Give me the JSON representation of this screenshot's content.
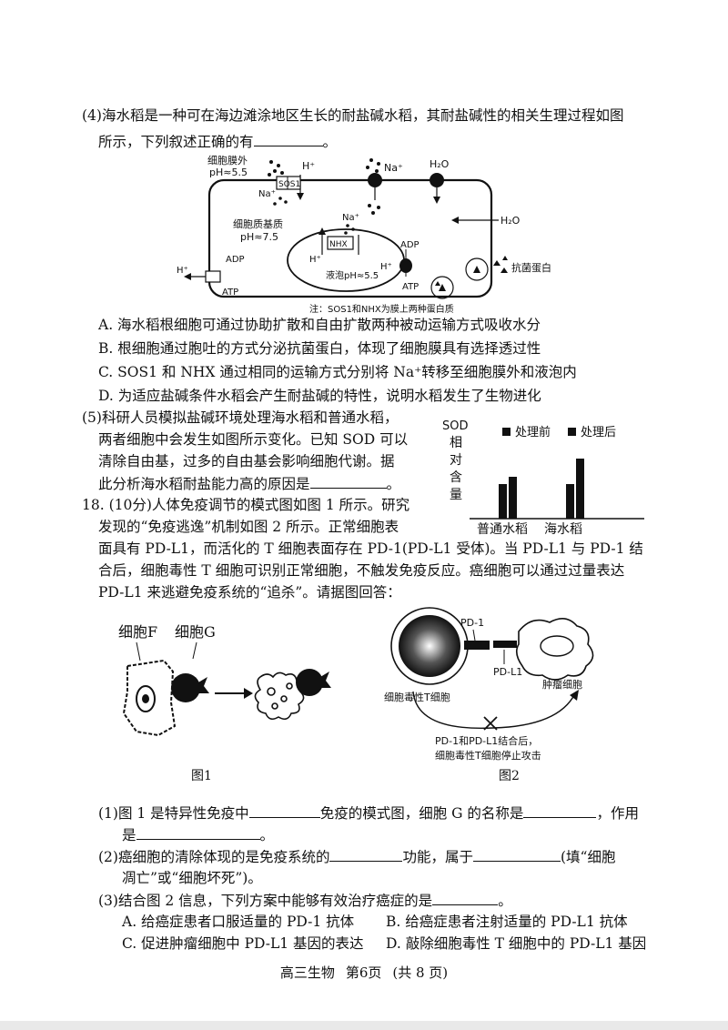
{
  "q4": {
    "line1": "(4)海水稻是一种可在海边滩涂地区生长的耐盐碱水稻，其耐盐碱性的相关生理过程如图",
    "line2": "所示，下列叙述正确的有",
    "line2_end": "。",
    "diagram": {
      "outside": "细胞膜外",
      "outside_ph": "pH≈5.5",
      "h_plus": "H⁺",
      "na_plus": "Na⁺",
      "sos1": "SOS1",
      "na_plus_inner": "Na⁺",
      "h2o": "H₂O",
      "h2o_right": "H₂O",
      "matrix": "细胞质基质",
      "matrix_ph": "pH≈7.5",
      "na_vac": "Na⁺",
      "nhx": "NHX",
      "h_vac": "H⁺",
      "vacuole_ph": "液泡pH≈5.5",
      "adp_vac": "ADP",
      "atp_vac": "ATP",
      "h_pump_vac": "H⁺",
      "adp_left": "ADP",
      "atp_left": "ATP",
      "h_left": "H⁺",
      "antibacterial": "抗菌蛋白",
      "note": "注：SOS1和NHX为膜上两种蛋白质"
    },
    "opt_a": "A. 海水稻根细胞可通过协助扩散和自由扩散两种被动运输方式吸收水分",
    "opt_b": "B. 根细胞通过胞吐的方式分泌抗菌蛋白，体现了细胞膜具有选择透过性",
    "opt_c": "C. SOS1 和 NHX 通过相同的运输方式分别将 Na⁺转移至细胞膜外和液泡内",
    "opt_d": "D. 为适应盐碱条件水稻会产生耐盐碱的特性，说明水稻发生了生物进化"
  },
  "q5": {
    "line1": "(5)科研人员模拟盐碱环境处理海水稻和普通水稻，",
    "line2": "两者细胞中会发生如图所示变化。已知 SOD 可以",
    "line3": "清除自由基，过多的自由基会影响细胞代谢。据",
    "line4": "此分析海水稻耐盐能力高的原因是",
    "line4_end": "。"
  },
  "chart_data": {
    "type": "bar",
    "ylabel_lines": [
      "SOD",
      "相",
      "对",
      "含",
      "量"
    ],
    "categories": [
      "普通水稻",
      "海水稻"
    ],
    "series": [
      {
        "name": "处理前",
        "values": [
          38,
          38
        ]
      },
      {
        "name": "处理后",
        "values": [
          46,
          66
        ]
      }
    ],
    "ylim": [
      0,
      100
    ],
    "legend": "top"
  },
  "q18": {
    "line1": "18. (10分)人体免疫调节的模式图如图 1 所示。研究",
    "line2": "发现的“免疫逃逸”机制如图 2 所示。正常细胞表",
    "line3": "面具有 PD-L1，而活化的 T 细胞表面存在 PD-1(PD-L1 受体)。当 PD-L1 与 PD-1 结",
    "line4": "合后，细胞毒性 T 细胞可识别正常细胞，不触发免疫反应。癌细胞可以通过过量表达",
    "line5": "PD-L1 来逃避免疫系统的“追杀”。请据图回答：",
    "fig1": {
      "cell_f": "细胞F",
      "cell_g": "细胞G",
      "caption": "图1"
    },
    "fig2": {
      "pd1": "PD-1",
      "pdl1": "PD-L1",
      "tcell": "细胞毒性T细胞",
      "tumor": "肿瘤细胞",
      "note1": "PD-1和PD-L1结合后，",
      "note2": "细胞毒性T细胞停止攻击",
      "caption": "图2"
    },
    "sub1_a": "(1)图 1 是特异性免疫中",
    "sub1_b": "免疫的模式图，细胞 G 的名称是",
    "sub1_c": "，作用",
    "sub1_d": "是",
    "sub1_e": "。",
    "sub2_a": "(2)癌细胞的清除体现的是免疫系统的",
    "sub2_b": "功能，属于",
    "sub2_c": "(填“细胞",
    "sub2_d": "凋亡”或“细胞坏死”)。",
    "sub3_a": "(3)结合图 2 信息，下列方案中能够有效治疗癌症的是",
    "sub3_b": "。",
    "opt_a": "A. 给癌症患者口服适量的 PD-1 抗体",
    "opt_b": "B. 给癌症患者注射适量的 PD-L1 抗体",
    "opt_c": "C. 促进肿瘤细胞中 PD-L1 基因的表达",
    "opt_d": "D. 敲除细胞毒性 T 细胞中的 PD-L1 基因"
  },
  "footer": {
    "subject": "高三生物",
    "page": "第6页",
    "total": "(共 8 页)"
  }
}
